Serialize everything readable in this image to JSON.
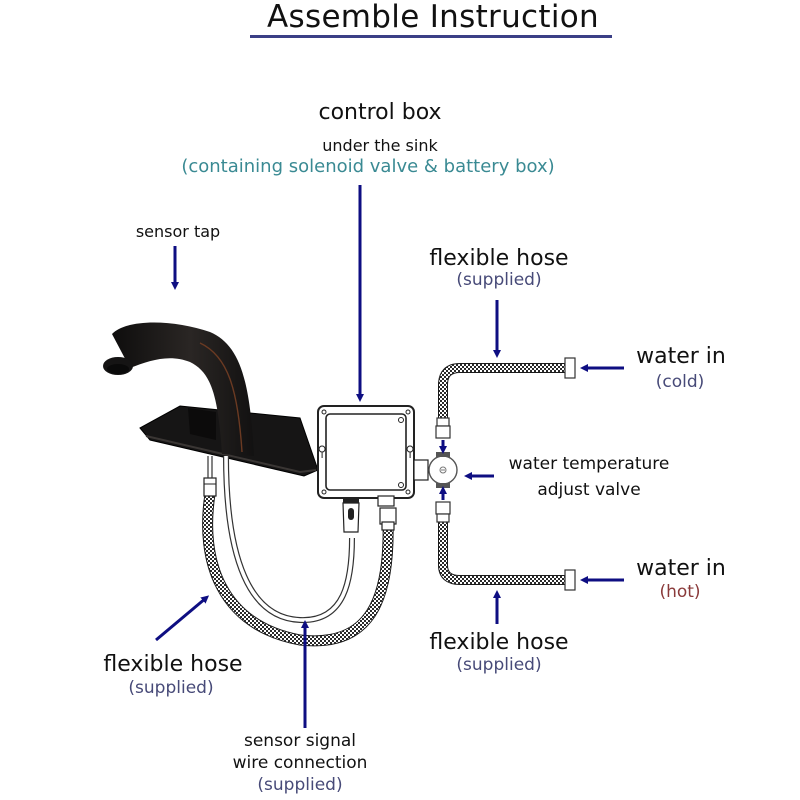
{
  "title": "Assemble  Instruction",
  "colors": {
    "title_rule": "#3b3f86",
    "arrow": "#0e0e82",
    "teal_note": "#3a8a93",
    "supplied_note": "#474a78",
    "hot_note": "#8a3a3a",
    "faucet_body": "#1c1a1a",
    "faucet_accent": "#6b3a22"
  },
  "labels": {
    "control_box": {
      "name": "control  box",
      "location": "under the sink",
      "contents": "(containing solenoid valve & battery box)"
    },
    "sensor_tap": {
      "name": "sensor tap"
    },
    "flexible_hose_top": {
      "name": "flexible hose",
      "note": "(supplied)"
    },
    "water_in_cold": {
      "name": "water in",
      "note": "(cold)"
    },
    "temp_valve": {
      "line1": "water temperature",
      "line2": "adjust valve"
    },
    "water_in_hot": {
      "name": "water in",
      "note": "(hot)"
    },
    "flexible_hose_bottom": {
      "name": "flexible hose",
      "note": "(supplied)"
    },
    "flexible_hose_left": {
      "name": "flexible hose",
      "note": "(supplied)"
    },
    "sensor_wire": {
      "line1": "sensor signal",
      "line2": "wire connection",
      "note": "(supplied)"
    }
  },
  "components": [
    "sensor-tap",
    "control-box",
    "temperature-adjust-valve",
    "cold-water-hose",
    "hot-water-hose",
    "faucet-supply-hose",
    "sensor-signal-wire"
  ]
}
